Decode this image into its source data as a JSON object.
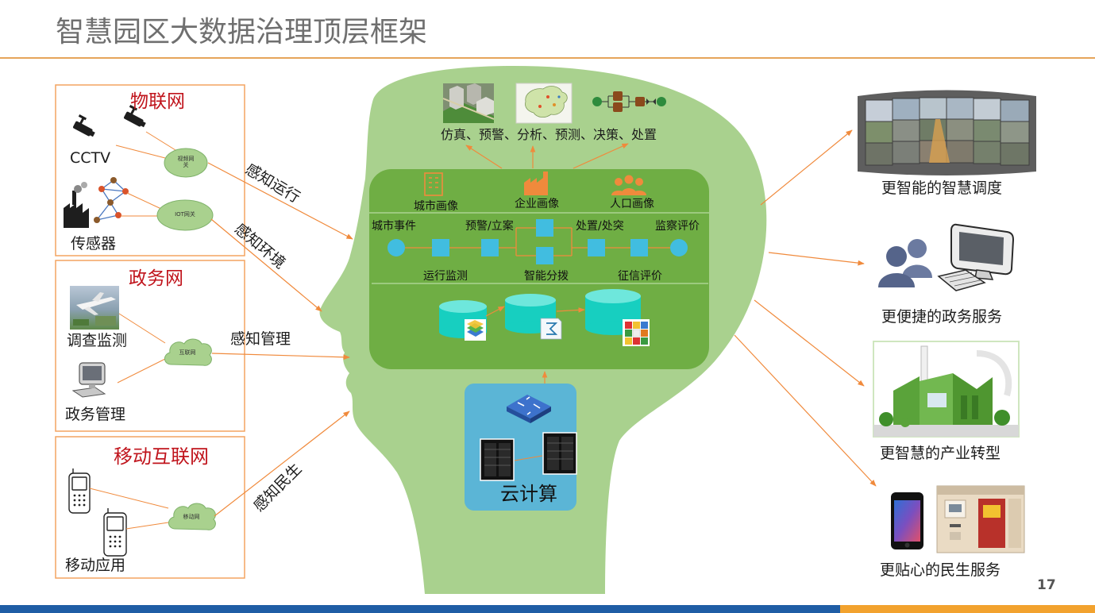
{
  "title": "智慧园区大数据治理顶层框架",
  "page_number": "17",
  "colors": {
    "accent_orange": "#e6a55a",
    "arrow_orange": "#f08a3c",
    "panel_title_red": "#c0141c",
    "head_green": "#a9d18e",
    "core_green": "#6fae44",
    "cloud_blue": "#5bb5d6",
    "flow_cyan": "#41bde0",
    "store_cyan": "#17cfc0",
    "bar_blue": "#1f5da5",
    "bar_orange": "#f2a22e"
  },
  "panels": {
    "iot": {
      "title": "物联网",
      "cctv": "CCTV",
      "sensor": "传感器",
      "video_gateway": "视频网关",
      "iot_gateway": "IOT网关"
    },
    "gov": {
      "title": "政务网",
      "survey": "调查监测",
      "admin": "政务管理",
      "network": "互联网"
    },
    "mobile": {
      "title": "移动互联网",
      "apps": "移动应用",
      "network": "移动网"
    }
  },
  "sense_labels": {
    "operation": "感知运行",
    "environment": "感知环境",
    "management": "感知管理",
    "livelihood": "感知民生"
  },
  "brain": {
    "caption": "仿真、预警、分析、预测、决策、处置",
    "portraits": [
      "城市画像",
      "企业画像",
      "人口画像"
    ],
    "flow": [
      "城市事件",
      "预警/立案",
      "处置/处突",
      "监察评价"
    ],
    "stages": [
      "运行监测",
      "智能分拨",
      "征信评价"
    ]
  },
  "cloud": {
    "label": "云计算"
  },
  "outcomes": [
    "更智能的智慧调度",
    "更便捷的政务服务",
    "更智慧的产业转型",
    "更贴心的民生服务"
  ],
  "icons": [
    "cctv-camera-icon",
    "sensor-network-icon",
    "factory-icon",
    "airplane-photo-icon",
    "computer-icon",
    "mobile-phone-icon",
    "building-icon",
    "people-icon",
    "router-icon",
    "server-icon",
    "database-icon"
  ]
}
